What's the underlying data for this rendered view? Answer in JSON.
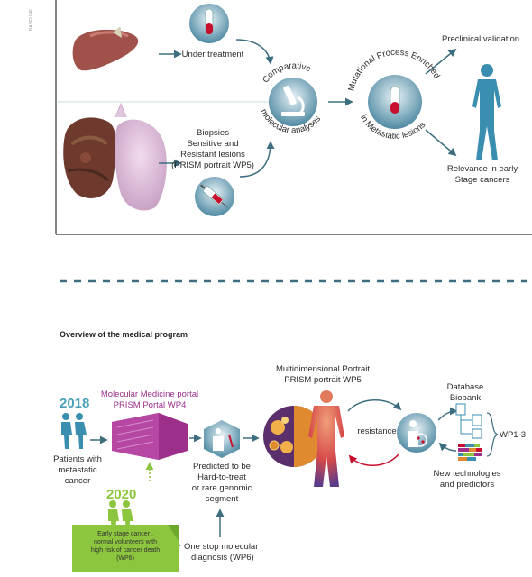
{
  "top": {
    "side_label": "BASELINE",
    "under_treatment": "Under treatment",
    "biopsies": [
      "Biopsies",
      "Sensitive and",
      "Resistant lesions",
      "(PRISM portrait WP5)"
    ],
    "comparative": "Comparative",
    "molecular_analyses": "molecular analyses",
    "mutational": "Mutational Process Enriched",
    "metastatic": "in Metastatic lesions",
    "preclinical": "Preclinical validation",
    "relevance": [
      "Relevance in early",
      "Stage cancers"
    ]
  },
  "bottom": {
    "section_title": "Overview of the medical program",
    "year_2018": "2018",
    "year_2020": "2020",
    "patients": [
      "Patients with",
      "metastatic",
      "cancer"
    ],
    "portal": [
      "Molecular Medicine portal",
      "PRISM Portal WP4"
    ],
    "predicted": [
      "Predicted to be",
      "Hard-to-treat",
      "or rare genomic",
      "segment"
    ],
    "multidim": [
      "Multidimensional Portrait",
      "PRISM portrait WP5"
    ],
    "resistance": "resistance",
    "database": [
      "Database",
      "Biobank"
    ],
    "wp13": "WP1-3",
    "new_tech": [
      "New technologies",
      "and predictors"
    ],
    "early_stage": [
      "Early stage cancer ,",
      "normal volunteers with",
      "high risk of cancer death",
      "(WP6)"
    ],
    "one_stop": [
      "One stop molecular",
      "diagnosis (WP6)"
    ]
  },
  "colors": {
    "accent_teal": "#3d6e80",
    "light_teal": "#4aa0b5",
    "purple": "#9b2f8a",
    "green_note": "#8cc63f",
    "red": "#c8102e",
    "figure_blue": "#3a8fb0"
  }
}
